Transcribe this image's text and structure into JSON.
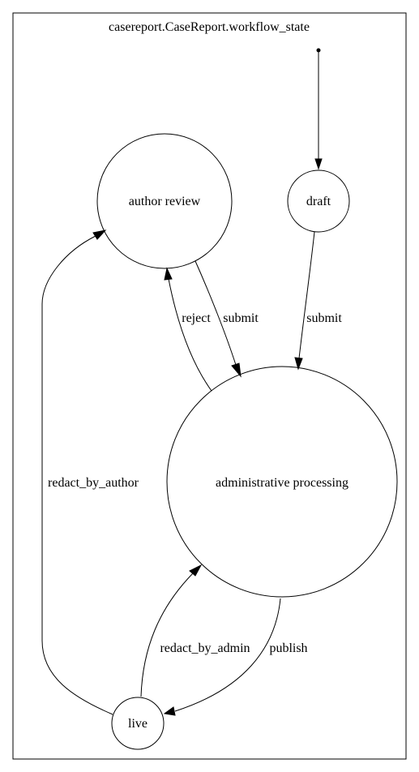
{
  "diagram": {
    "title": "casereport.CaseReport.workflow_state",
    "nodes": {
      "author_review": "author review",
      "draft": "draft",
      "admin": "administrative processing",
      "live": "live"
    },
    "edges": {
      "reject": "reject",
      "submit_author": "submit",
      "submit_draft": "submit",
      "redact_by_author": "redact_by_author",
      "redact_by_admin": "redact_by_admin",
      "publish": "publish"
    }
  }
}
